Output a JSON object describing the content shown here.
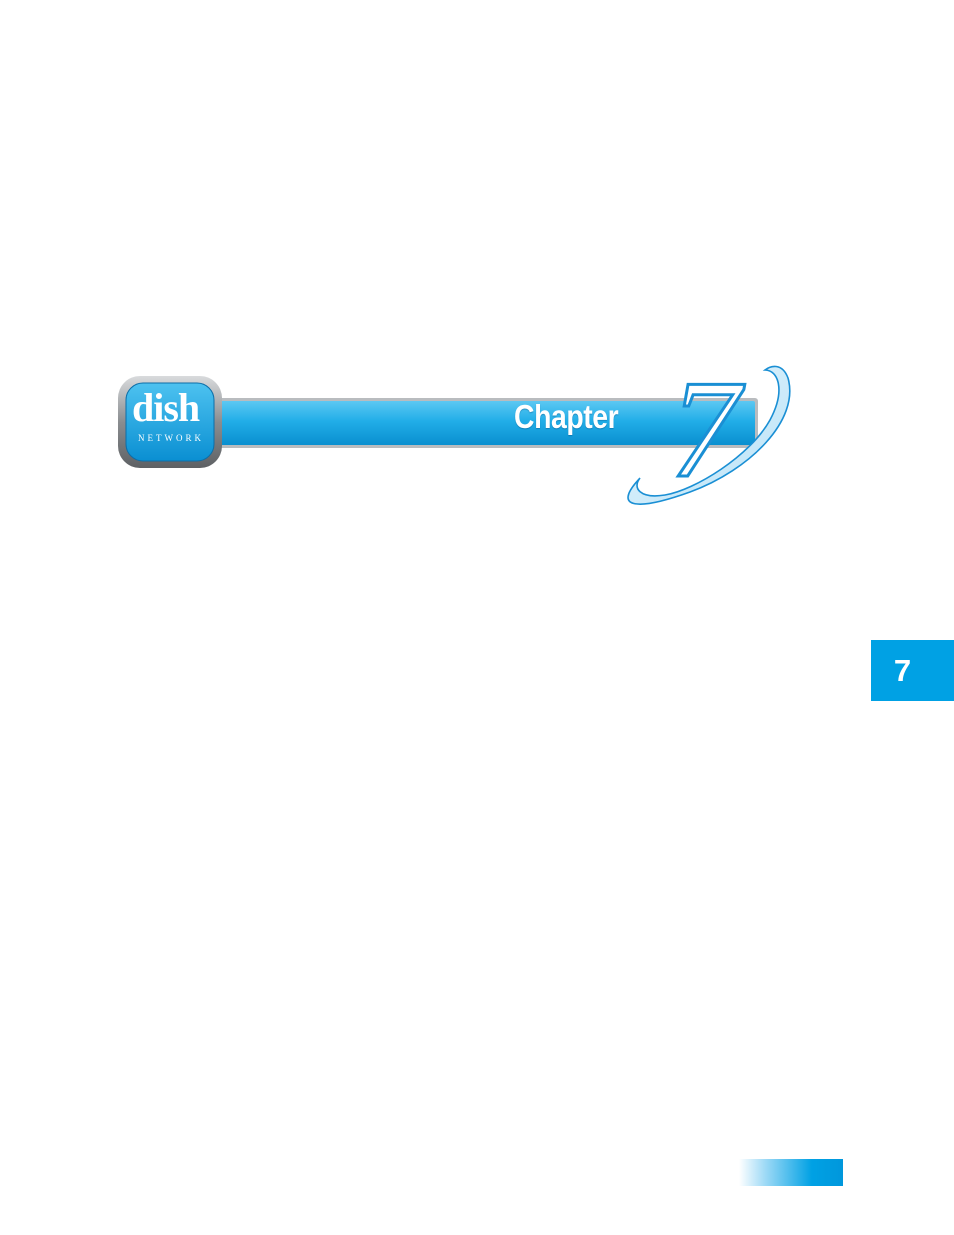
{
  "header": {
    "logo_word": "dish",
    "logo_sub": "NETWORK",
    "chapter_label": "Chapter",
    "chapter_number": "7"
  },
  "side_tab": {
    "label": "7"
  },
  "colors": {
    "brand_blue": "#00a1e4",
    "bar_blue": "#22aee8",
    "dark_blue": "#1a8fd4",
    "bezel_gray": "#8a8d90"
  },
  "icons": {
    "logo": "dish-network-logo",
    "swoosh": "orbit-swoosh"
  }
}
